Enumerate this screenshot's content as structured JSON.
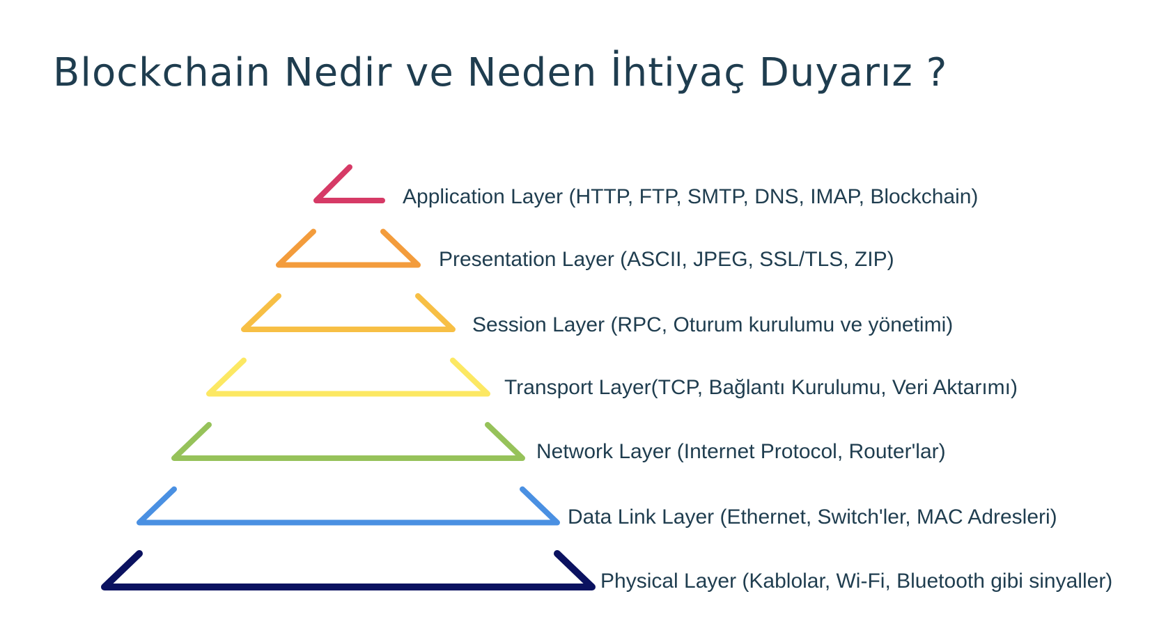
{
  "title": "Blockchain Nedir ve Neden İhtiyaç Duyarız ?",
  "layers": [
    {
      "label": "Application Layer (HTTP, FTP, SMTP, DNS, IMAP, Blockchain)",
      "color": "#d63a66"
    },
    {
      "label": "Presentation Layer (ASCII, JPEG, SSL/TLS, ZIP)",
      "color": "#f39c3c"
    },
    {
      "label": "Session Layer (RPC, Oturum kurulumu ve yönetimi)",
      "color": "#f7bf45"
    },
    {
      "label": "Transport Layer(TCP, Bağlantı Kurulumu, Veri Aktarımı)",
      "color": "#fce863"
    },
    {
      "label": "Network Layer (Internet Protocol, Router'lar)",
      "color": "#96c25a"
    },
    {
      "label": "Data Link Layer (Ethernet, Switch'ler, MAC Adresleri)",
      "color": "#4a90e2"
    },
    {
      "label": "Physical Layer (Kablolar, Wi-Fi, Bluetooth gibi sinyaller)",
      "color": "#0b1260"
    }
  ]
}
